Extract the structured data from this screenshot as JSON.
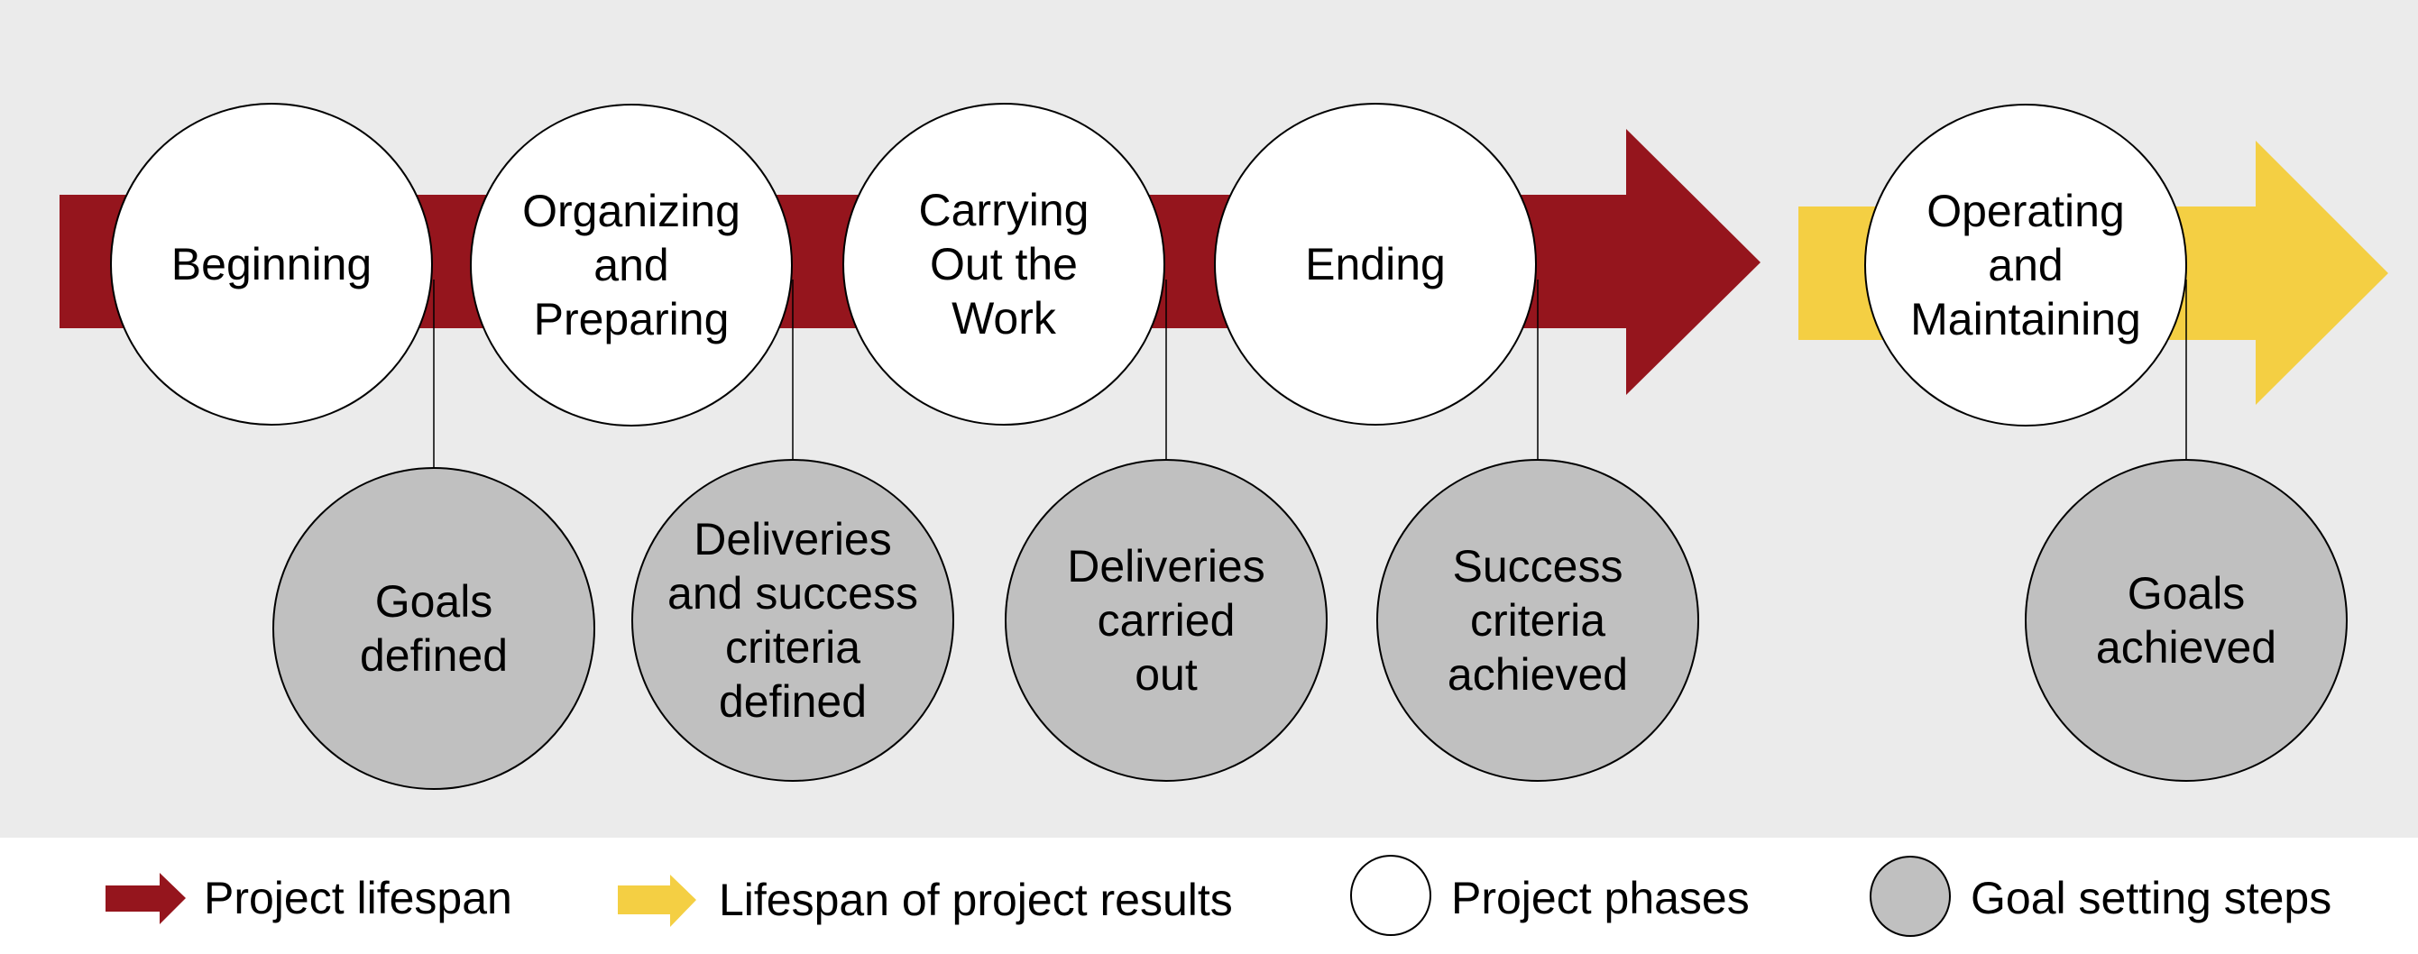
{
  "colors": {
    "background": "#ebebeb",
    "legend_background": "#ffffff",
    "project_arrow": "#95151d",
    "results_arrow": "#f4cf43",
    "phase_fill": "#ffffff",
    "goal_fill": "#c0c0c0",
    "outline": "#000000"
  },
  "phases": [
    {
      "lines": [
        "Beginning"
      ]
    },
    {
      "lines": [
        "Organizing",
        "and",
        "Preparing"
      ]
    },
    {
      "lines": [
        "Carrying",
        "Out the",
        "Work"
      ]
    },
    {
      "lines": [
        "Ending"
      ]
    },
    {
      "lines": [
        "Operating",
        "and",
        "Maintaining"
      ]
    }
  ],
  "goals": [
    {
      "lines": [
        "Goals",
        "defined"
      ]
    },
    {
      "lines": [
        "Deliveries",
        "and success",
        "criteria",
        "defined"
      ]
    },
    {
      "lines": [
        "Deliveries",
        "carried",
        "out"
      ]
    },
    {
      "lines": [
        "Success",
        "criteria",
        "achieved"
      ]
    },
    {
      "lines": [
        "Goals",
        "achieved"
      ]
    }
  ],
  "legend": {
    "project_lifespan": "Project lifespan",
    "results_lifespan": "Lifespan of project results",
    "project_phases": "Project phases",
    "goal_setting_steps": "Goal setting steps"
  }
}
